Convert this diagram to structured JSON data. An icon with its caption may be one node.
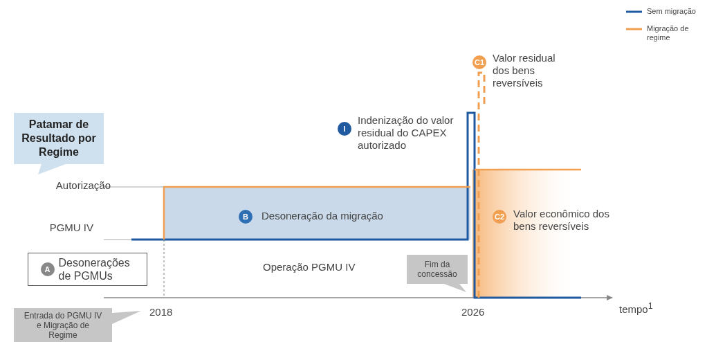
{
  "diagram": {
    "nodes": [
      {
        "text": [
          "Patamar de Resultado por Regime"
        ]
      },
      {
        "text": [
          "A",
          "Desonerações de PGMUs"
        ]
      },
      {
        "text": [
          "Entrada do PGMU IV e Migração de Regime"
        ]
      },
      {
        "text": [
          "Fim da concessão"
        ]
      }
    ],
    "labels": [
      "C1",
      "Valor residual dos bens reversíveis",
      "I",
      "Indenização do valor residual do CAPEX autorizado",
      "Autorização",
      "PGMU IV",
      "B",
      "Desoneração da migração",
      "C2",
      "Valor econômico dos bens reversíveis",
      "Operação PGMU IV",
      "2018",
      "2026",
      "tempo$^{1}$"
    ],
    "legend": [
      {
        "text": "Sem migração"
      },
      {
        "text": "Migração de regime"
      }
    ]
  }
}
